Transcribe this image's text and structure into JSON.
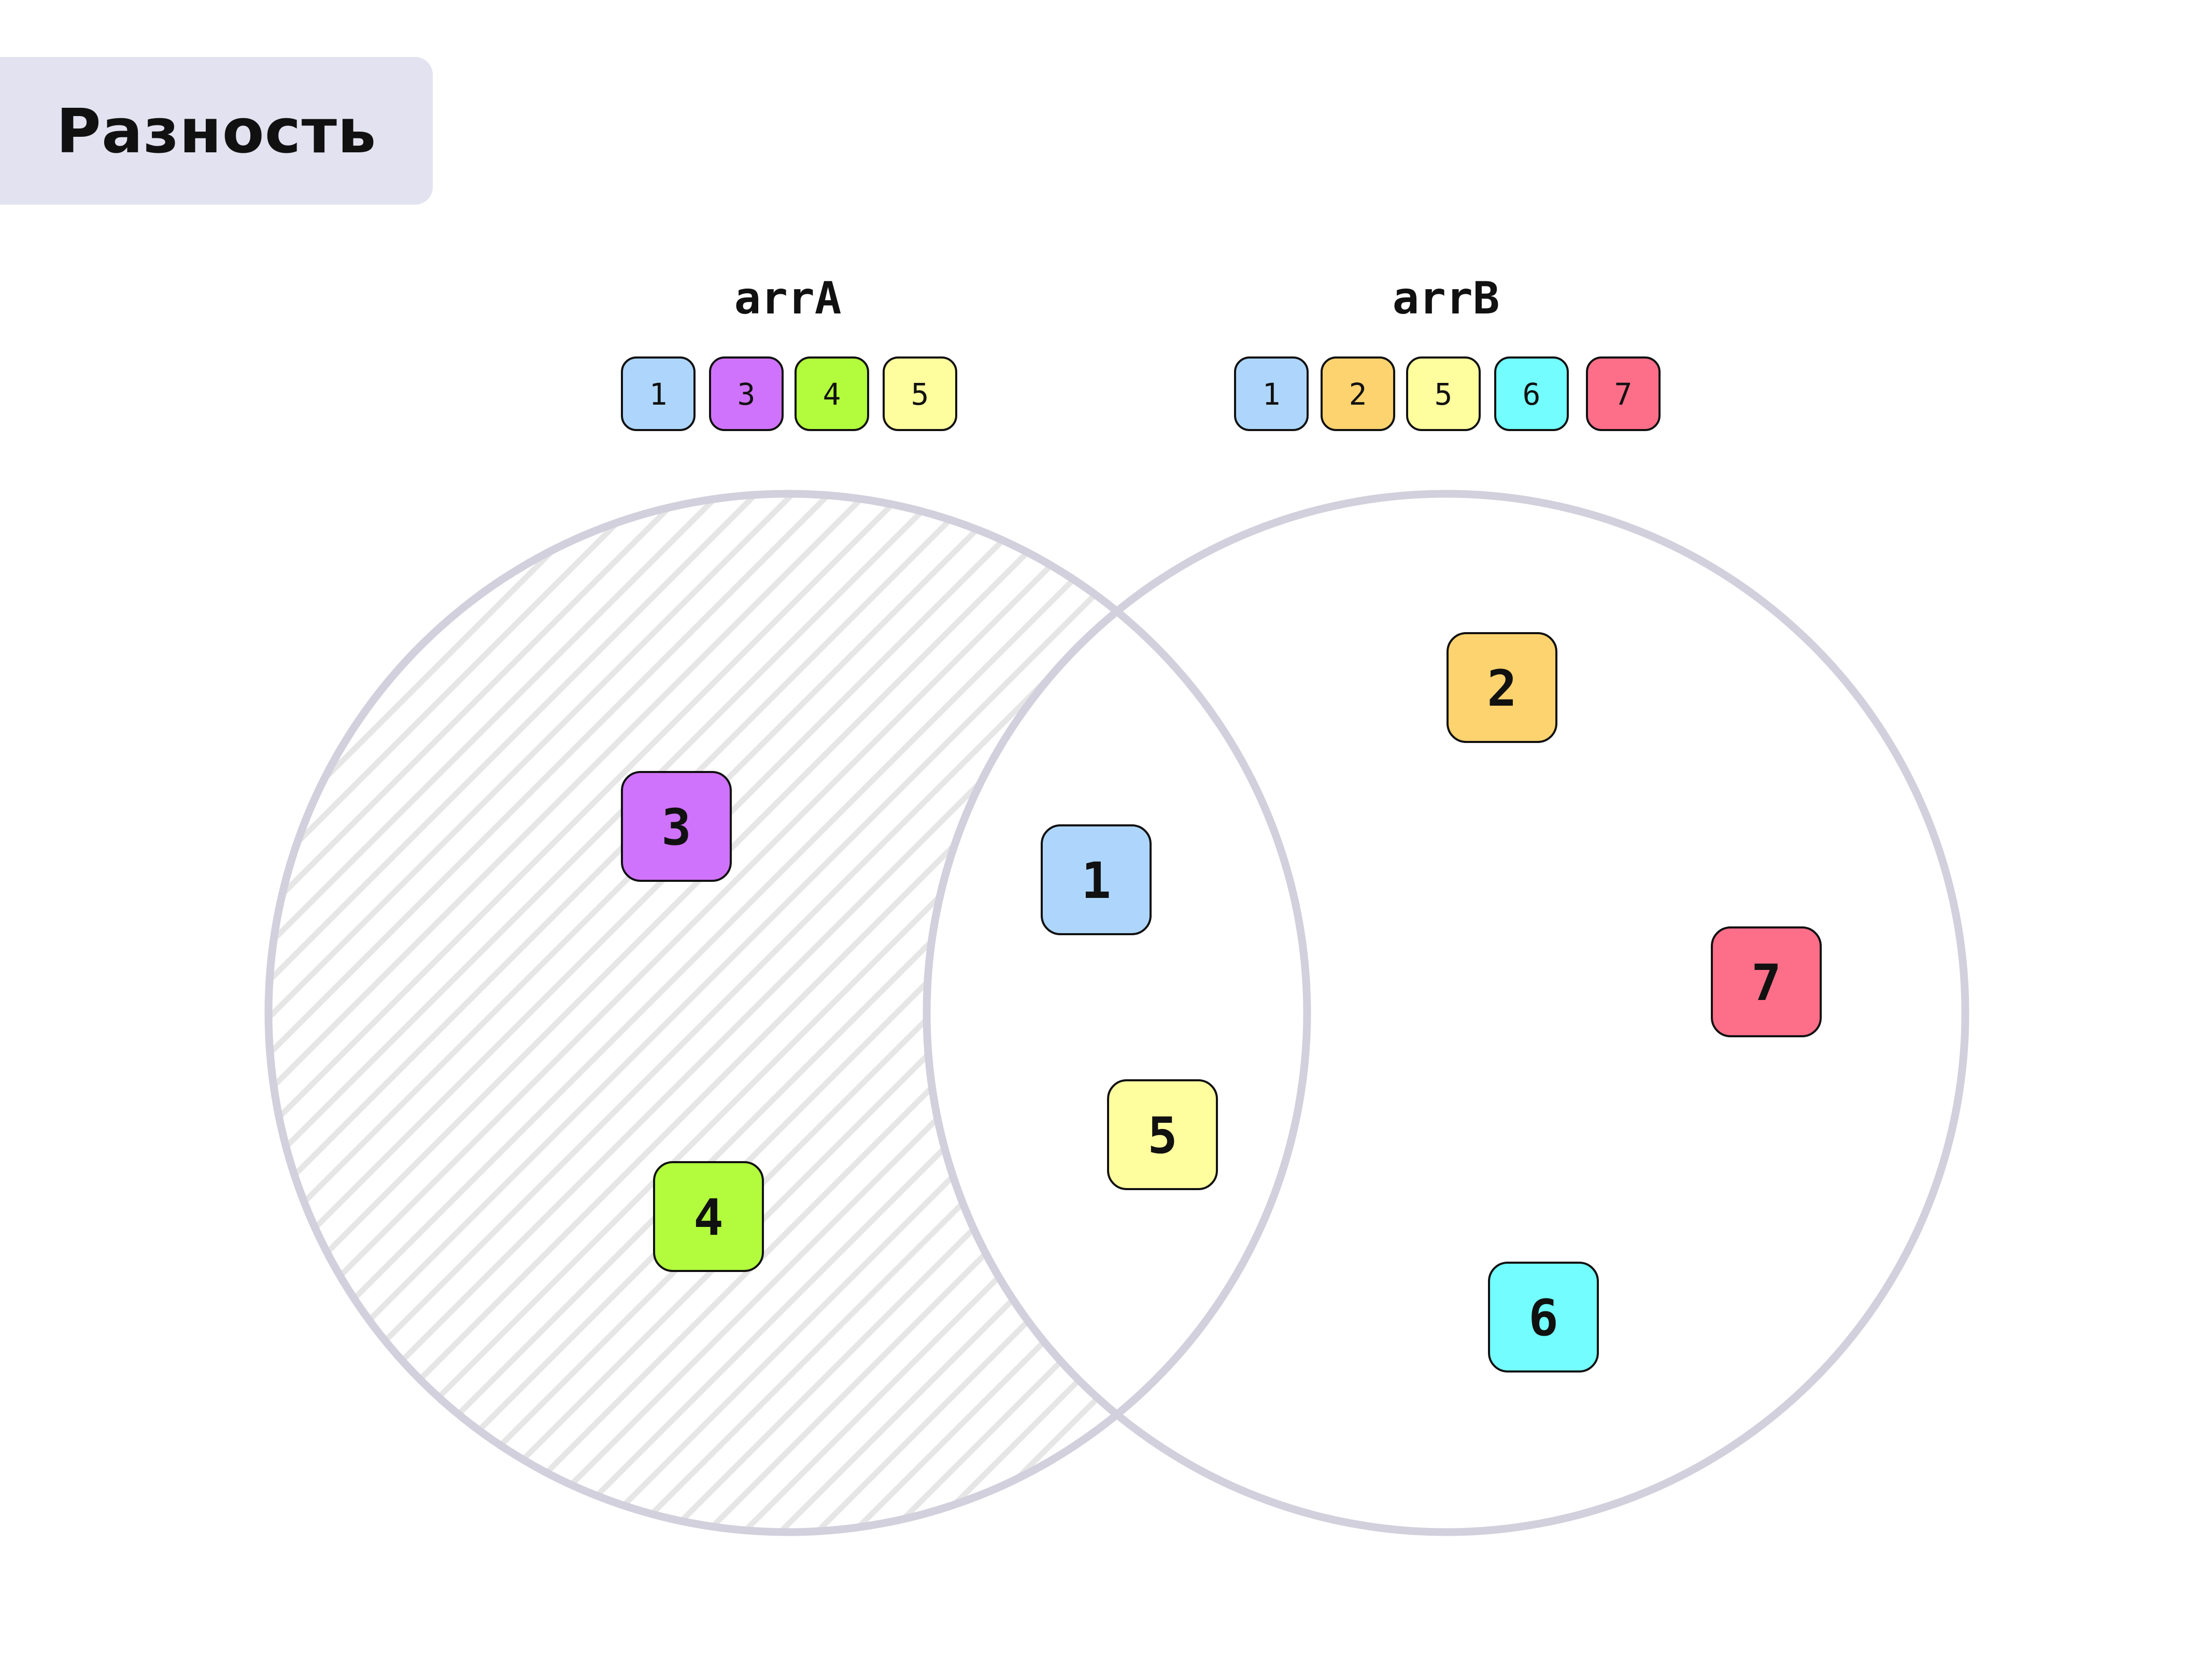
{
  "title": "Разность",
  "colors": {
    "1": "#aed6fc",
    "2": "#fdd36f",
    "3": "#d073fc",
    "4": "#b2fc3d",
    "5": "#fffe9f",
    "6": "#73fdfe",
    "7": "#fd6e89",
    "circle_stroke": "#d1d0dc",
    "hatch": "#e6e6e6",
    "title_bg": "#e3e2f0"
  },
  "sets": {
    "a": {
      "label": "arrA",
      "items": [
        "1",
        "3",
        "4",
        "5"
      ]
    },
    "b": {
      "label": "arrB",
      "items": [
        "1",
        "2",
        "5",
        "6",
        "7"
      ]
    }
  },
  "regions": {
    "only_a": [
      "3",
      "4"
    ],
    "both": [
      "1",
      "5"
    ],
    "only_b": [
      "2",
      "7",
      "6"
    ]
  },
  "highlighted_region": "only_a"
}
